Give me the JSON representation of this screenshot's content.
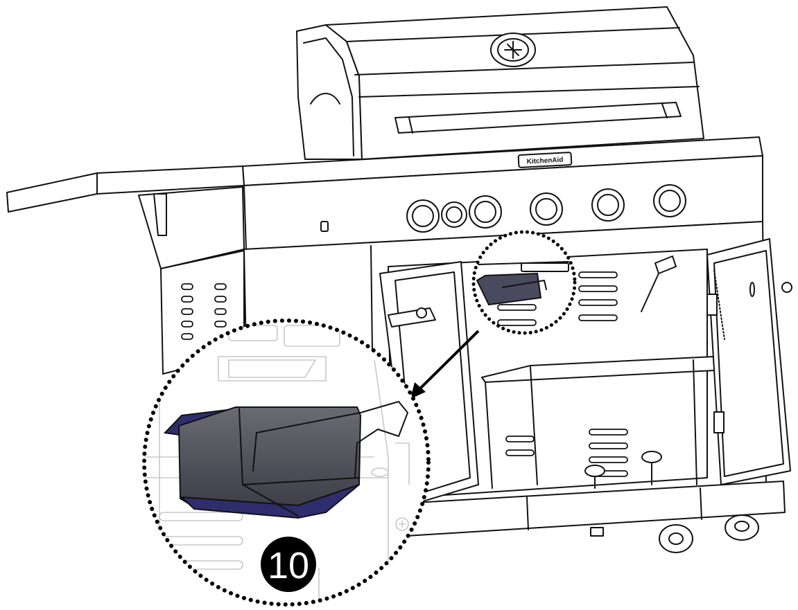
{
  "figure": {
    "brand_label": "KitchenAid",
    "step_number": "10",
    "colors": {
      "line": "#111111",
      "grease_tray_fill": "#4a4a55",
      "grease_tray_lip": "#2e2e6e",
      "step_badge": "#000000",
      "step_text": "#ffffff"
    },
    "icons": {
      "callout": "dotted-magnifier-circle",
      "pointer": "arrow-icon"
    }
  }
}
